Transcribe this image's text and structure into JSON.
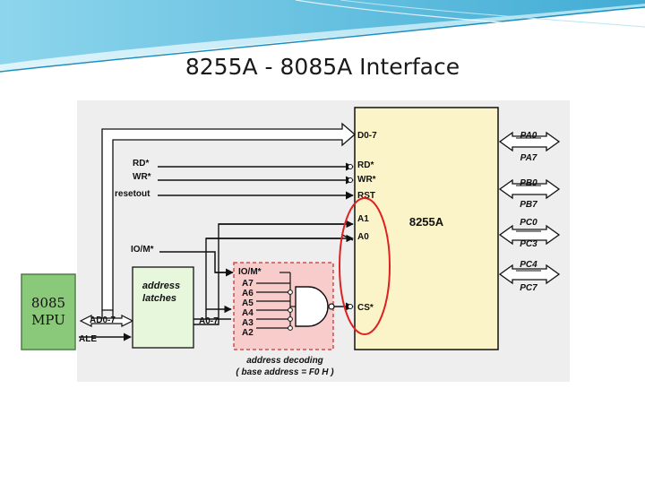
{
  "slide": {
    "title": "8255A - 8085A Interface"
  },
  "mpu": {
    "line1": "8085",
    "line2": "MPU",
    "fill": "#8bc97a"
  },
  "mpu_signals": [
    "RD*",
    "WR*",
    "resetout",
    "IO/M*",
    "AD0-7",
    "ALE"
  ],
  "latch": {
    "line1": "address",
    "line2": "latches",
    "out_label": "A0-7",
    "fill": "#e6f7dc"
  },
  "decoder": {
    "inputs": [
      "IO/M*",
      "A7",
      "A6",
      "A5",
      "A4",
      "A3",
      "A2"
    ],
    "caption1": "address decoding",
    "caption2": "( base address = F0 H )",
    "fill": "#f9cccc"
  },
  "chip": {
    "name": "8255A",
    "pins_left": [
      "D0-7",
      "RD*",
      "WR*",
      "RST",
      "A1",
      "A0",
      "CS*"
    ],
    "ports": [
      "PA0",
      "PA7",
      "PB0",
      "PB7",
      "PC0",
      "PC3",
      "PC4",
      "PC7"
    ],
    "fill": "#fbf4c8"
  },
  "colors": {
    "highlight": "#e02020",
    "line": "#111111"
  }
}
